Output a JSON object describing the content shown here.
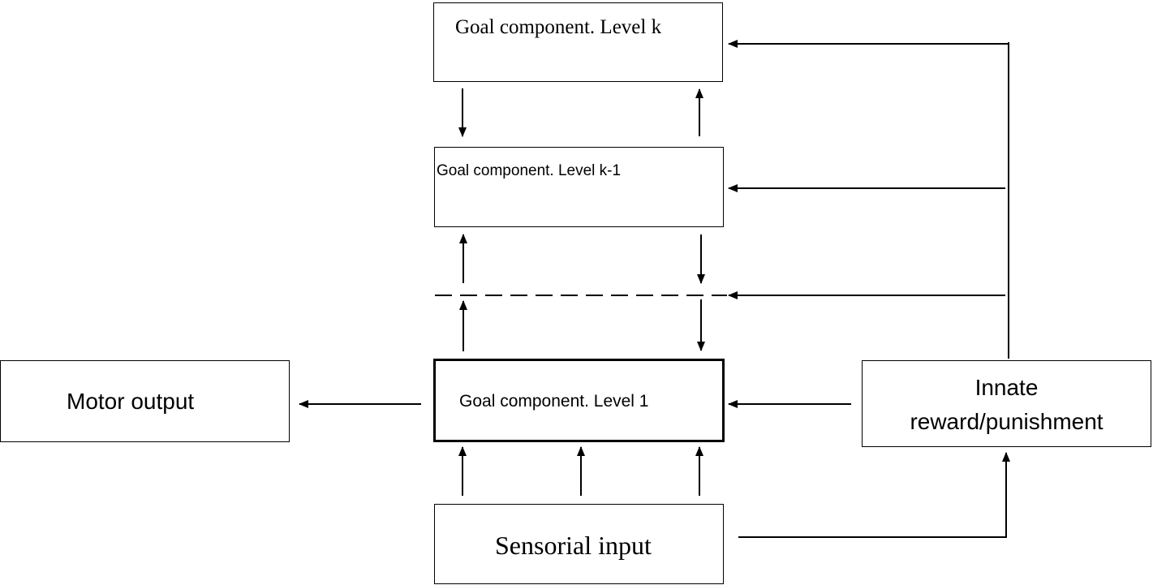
{
  "boxes": {
    "goal_k": "Goal component.  Level k",
    "goal_k_minus_1": "Goal component.  Level k-1",
    "goal_1": "Goal component.  Level 1",
    "motor_output": "Motor output",
    "innate_reward": [
      "Innate",
      "reward/punishment"
    ],
    "sensorial_input": "Sensorial input"
  }
}
